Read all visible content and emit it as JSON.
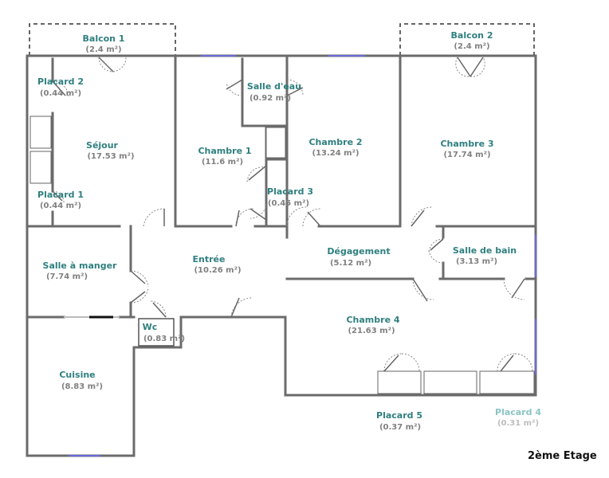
{
  "floor_label": "2ème Etage",
  "rooms": [
    {
      "name": "Balcon 1",
      "area": "(2.4 m²)"
    },
    {
      "name": "Balcon 2",
      "area": "(2.4 m²)"
    },
    {
      "name": "Placard 2",
      "area": "(0.44 m²)"
    },
    {
      "name": "Salle d'eau",
      "area": "(0.92 m²)"
    },
    {
      "name": "Séjour",
      "area": "(17.53 m²)"
    },
    {
      "name": "Chambre 1",
      "area": "(11.6 m²)"
    },
    {
      "name": "Chambre 2",
      "area": "(13.24 m²)"
    },
    {
      "name": "Chambre 3",
      "area": "(17.74 m²)"
    },
    {
      "name": "Placard 1",
      "area": "(0.44 m²)"
    },
    {
      "name": "Placard 3",
      "area": "(0.45 m²)"
    },
    {
      "name": "Salle à manger",
      "area": "(7.74 m²)"
    },
    {
      "name": "Entrée",
      "area": "(10.26 m²)"
    },
    {
      "name": "Dégagement",
      "area": "(5.12 m²)"
    },
    {
      "name": "Salle de bain",
      "area": "(3.13 m²)"
    },
    {
      "name": "Chambre 4",
      "area": "(21.63 m²)"
    },
    {
      "name": "Wc",
      "area": "(0.83 m²)"
    },
    {
      "name": "Cuisine",
      "area": "(8.83 m²)"
    },
    {
      "name": "Placard 5",
      "area": "(0.37 m²)"
    },
    {
      "name": "Placard 4",
      "area": "(0.31 m²)"
    }
  ]
}
